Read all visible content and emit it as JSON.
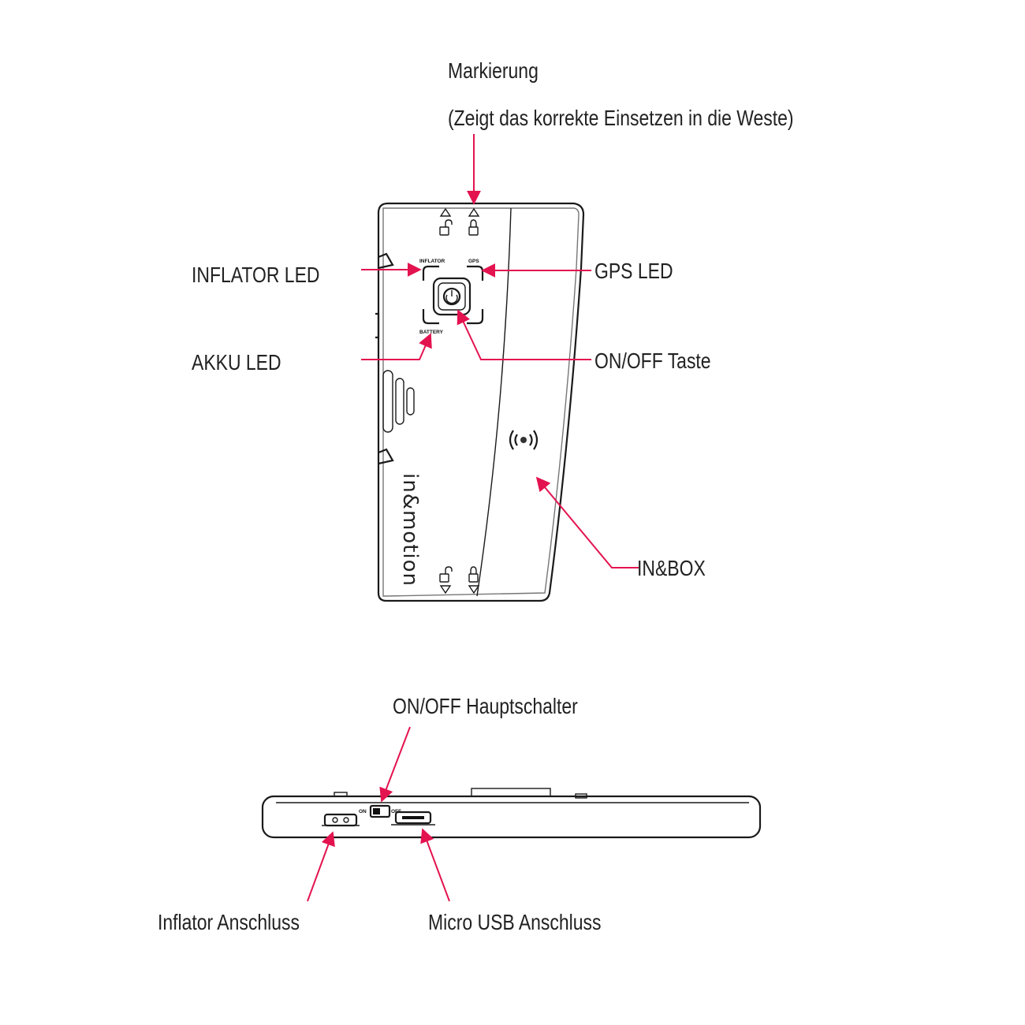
{
  "labels": {
    "marking_title": "Markierung",
    "marking_note": "(Zeigt das korrekte Einsetzen in die Weste)",
    "inflator_led": "INFLATOR LED",
    "gps_led": "GPS LED",
    "battery_led": "AKKU LED",
    "power_button": "ON/OFF Taste",
    "inbox": "IN&BOX",
    "main_switch": "ON/OFF Hauptschalter",
    "inflator_port": "Inflator Anschluss",
    "usb_port": "Micro USB Anschluss"
  },
  "device_print": {
    "brand": "in&motion",
    "inflator": "INFLATOR",
    "gps": "GPS",
    "battery": "BATTERY",
    "switch_on": "ON",
    "switch_off": "OFF"
  },
  "colors": {
    "callout": "#e3134f",
    "outline": "#1a1a1a",
    "text": "#222222"
  },
  "icons": [
    "lock-open-icon",
    "lock-closed-icon",
    "power-icon",
    "wireless-signal-icon",
    "arrow-up-icon",
    "arrow-down-icon"
  ]
}
